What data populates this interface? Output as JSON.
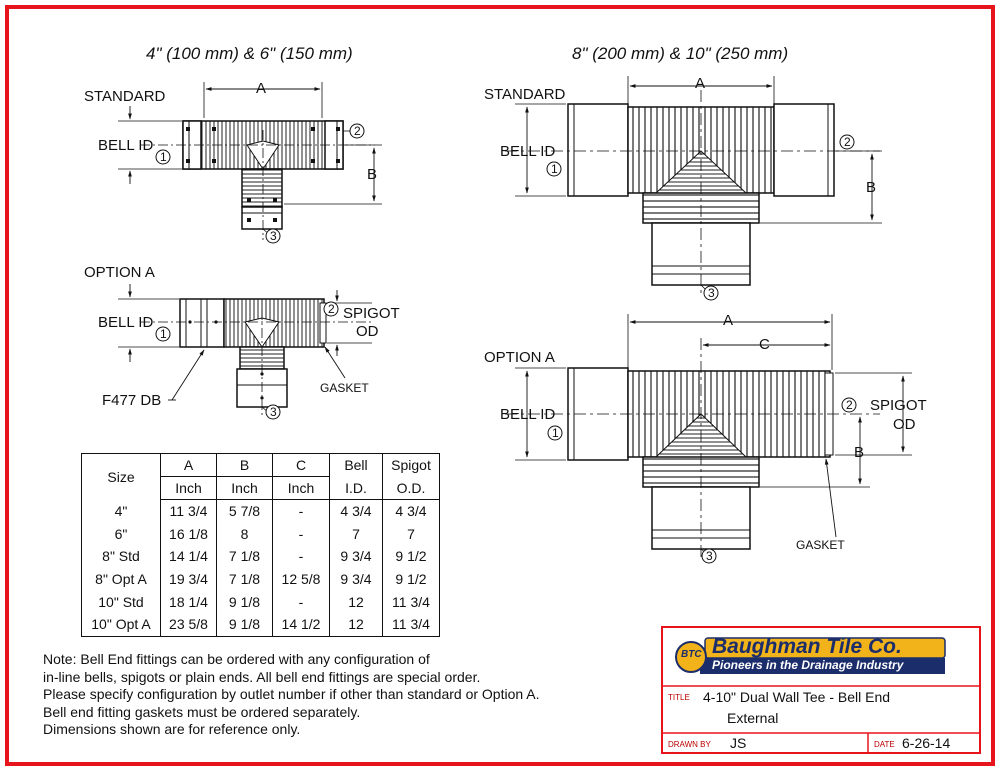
{
  "headers": {
    "left": "4\" (100 mm) & 6\" (150 mm)",
    "right": "8\" (200 mm) & 10\" (250 mm)"
  },
  "labels": {
    "standard": "STANDARD",
    "option_a": "OPTION A",
    "bell_id": "BELL ID",
    "spigot_od_line1": "SPIGOT",
    "spigot_od_line2": "OD",
    "gasket": "GASKET",
    "f477": "F477 DB",
    "dim_a": "A",
    "dim_b": "B",
    "dim_c": "C",
    "outlet1": "1",
    "outlet2": "2",
    "outlet3": "3"
  },
  "table": {
    "head_size": "Size",
    "head_a": "A",
    "head_b": "B",
    "head_c": "C",
    "head_bell_1": "Bell",
    "head_bell_2": "I.D.",
    "head_spigot_1": "Spigot",
    "head_spigot_2": "O.D.",
    "unit": "Inch",
    "rows": [
      {
        "size": "4\"",
        "a": "11 3/4",
        "b": "5 7/8",
        "c": "-",
        "bell": "4 3/4",
        "spigot": "4 3/4"
      },
      {
        "size": "6\"",
        "a": "16 1/8",
        "b": "8",
        "c": "-",
        "bell": "7",
        "spigot": "7"
      },
      {
        "size": "8\" Std",
        "a": "14 1/4",
        "b": "7 1/8",
        "c": "-",
        "bell": "9 3/4",
        "spigot": "9 1/2"
      },
      {
        "size": "8\" Opt A",
        "a": "19 3/4",
        "b": "7 1/8",
        "c": "12 5/8",
        "bell": "9 3/4",
        "spigot": "9 1/2"
      },
      {
        "size": "10\" Std",
        "a": "18 1/4",
        "b": "9 1/8",
        "c": "-",
        "bell": "12",
        "spigot": "11 3/4"
      },
      {
        "size": "10\" Opt A",
        "a": "23 5/8",
        "b": "9 1/8",
        "c": "14 1/2",
        "bell": "12",
        "spigot": "11 3/4"
      }
    ]
  },
  "notes": [
    "Note: Bell End fittings can be ordered with any configuration of",
    "in-line bells, spigots or plain ends.  All bell end fittings are special order.",
    "Please specify configuration by outlet number if other than standard or Option A.",
    "Bell end fitting gaskets must be ordered separately.",
    "Dimensions shown are for reference only."
  ],
  "title_block": {
    "company": "Baughman Tile Co.",
    "tagline": "Pioneers in the Drainage Industry",
    "logo_mark": "BTC",
    "title_label": "TITLE",
    "title_line1": "4-10\" Dual Wall Tee - Bell End",
    "title_line2": "External",
    "drawn_label": "DRAWN BY",
    "drawn_value": "JS",
    "date_label": "DATE",
    "date_value": "6-26-14"
  },
  "colors": {
    "border": "#e8141c",
    "logo_gold": "#f2b31a",
    "logo_navy": "#1b2d6b",
    "ink": "#111111"
  }
}
